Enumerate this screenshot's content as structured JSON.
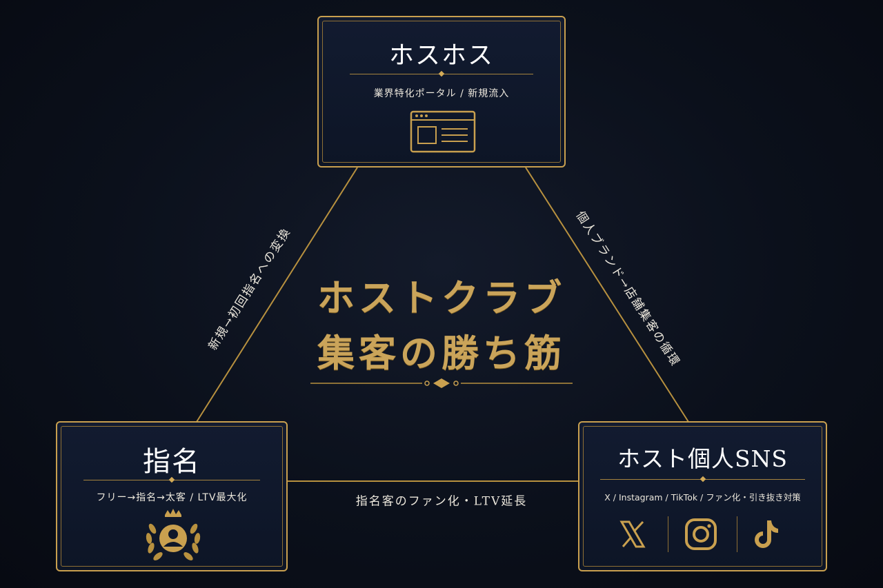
{
  "center": {
    "line1": "ホストクラブ",
    "line2": "集客の勝ち筋"
  },
  "nodes": {
    "top": {
      "title": "ホスホス",
      "subtitle": "業界特化ポータル / 新規流入",
      "icon": "browser-window-icon"
    },
    "left": {
      "title": "指名",
      "subtitle": "フリー→指名→太客 / LTV最大化",
      "icon": "crowned-customer-laurel-icon"
    },
    "right": {
      "title": "ホスト個人SNS",
      "subtitle": "X / Instagram / TikTok / ファン化・引き抜き対策",
      "icons": [
        "x-logo-icon",
        "instagram-icon",
        "tiktok-icon"
      ]
    }
  },
  "edges": {
    "top_left": "新規→初回指名への変換",
    "top_right": "個人ブランド→店舗集客の循環",
    "bottom": "指名客のファン化・LTV延長"
  },
  "colors": {
    "background": "#0b101b",
    "gold": "#c9a04f",
    "card": "#111a2e",
    "text": "#f3efe6"
  }
}
